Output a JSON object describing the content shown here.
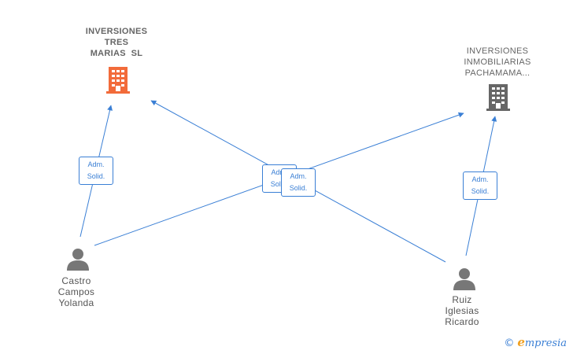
{
  "nodes": {
    "company_tres_marias": {
      "label": "INVERSIONES TRES MARIAS SL",
      "lines": [
        "INVERSIONES",
        "TRES",
        "MARIAS  SL"
      ],
      "icon": "building-icon",
      "color": "#f26b3a"
    },
    "company_pachamama": {
      "label": "INVERSIONES INMOBILIARIAS PACHAMAMA...",
      "lines": [
        "INVERSIONES",
        "INMOBILIARIAS",
        "PACHAMAMA..."
      ],
      "icon": "building-icon",
      "color": "#666666"
    },
    "person_castro": {
      "label": "Castro Campos Yolanda",
      "lines": [
        "Castro",
        "Campos",
        "Yolanda"
      ],
      "icon": "person-icon",
      "color": "#777777"
    },
    "person_ruiz": {
      "label": "Ruiz Iglesias Ricardo",
      "lines": [
        "Ruiz",
        "Iglesias",
        "Ricardo"
      ],
      "icon": "person-icon",
      "color": "#777777"
    }
  },
  "edges": [
    {
      "from": "person_castro",
      "to": "company_tres_marias",
      "label": [
        "Adm.",
        "Solid."
      ]
    },
    {
      "from": "person_castro",
      "to": "company_pachamama",
      "label": [
        "Adm.",
        "Solid."
      ]
    },
    {
      "from": "person_ruiz",
      "to": "company_tres_marias",
      "label": [
        "Adm.",
        "Solid."
      ]
    },
    {
      "from": "person_ruiz",
      "to": "company_pachamama",
      "label": [
        "Adm.",
        "Solid."
      ]
    }
  ],
  "edge_color": "#3a7fd5",
  "brand": {
    "copyright": "©",
    "name_first": "e",
    "name_rest": "mpresia"
  }
}
